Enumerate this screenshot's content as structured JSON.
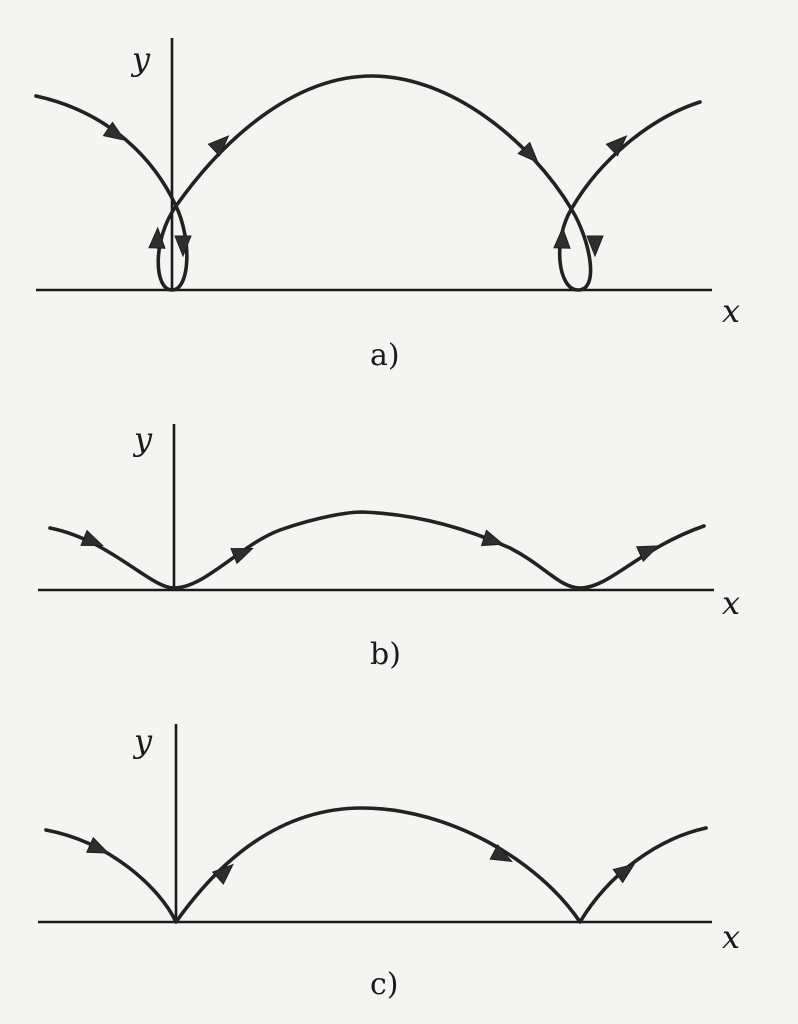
{
  "panels": [
    {
      "label": "a)",
      "x_axis_label": "x",
      "y_axis_label": "y"
    },
    {
      "label": "b)",
      "x_axis_label": "x",
      "y_axis_label": "y"
    },
    {
      "label": "c)",
      "x_axis_label": "x",
      "y_axis_label": "y"
    }
  ],
  "colors": {
    "background": "#f4f4f2",
    "ink": "#1a1a1a",
    "arrow_fill": "#2e2e2e"
  }
}
